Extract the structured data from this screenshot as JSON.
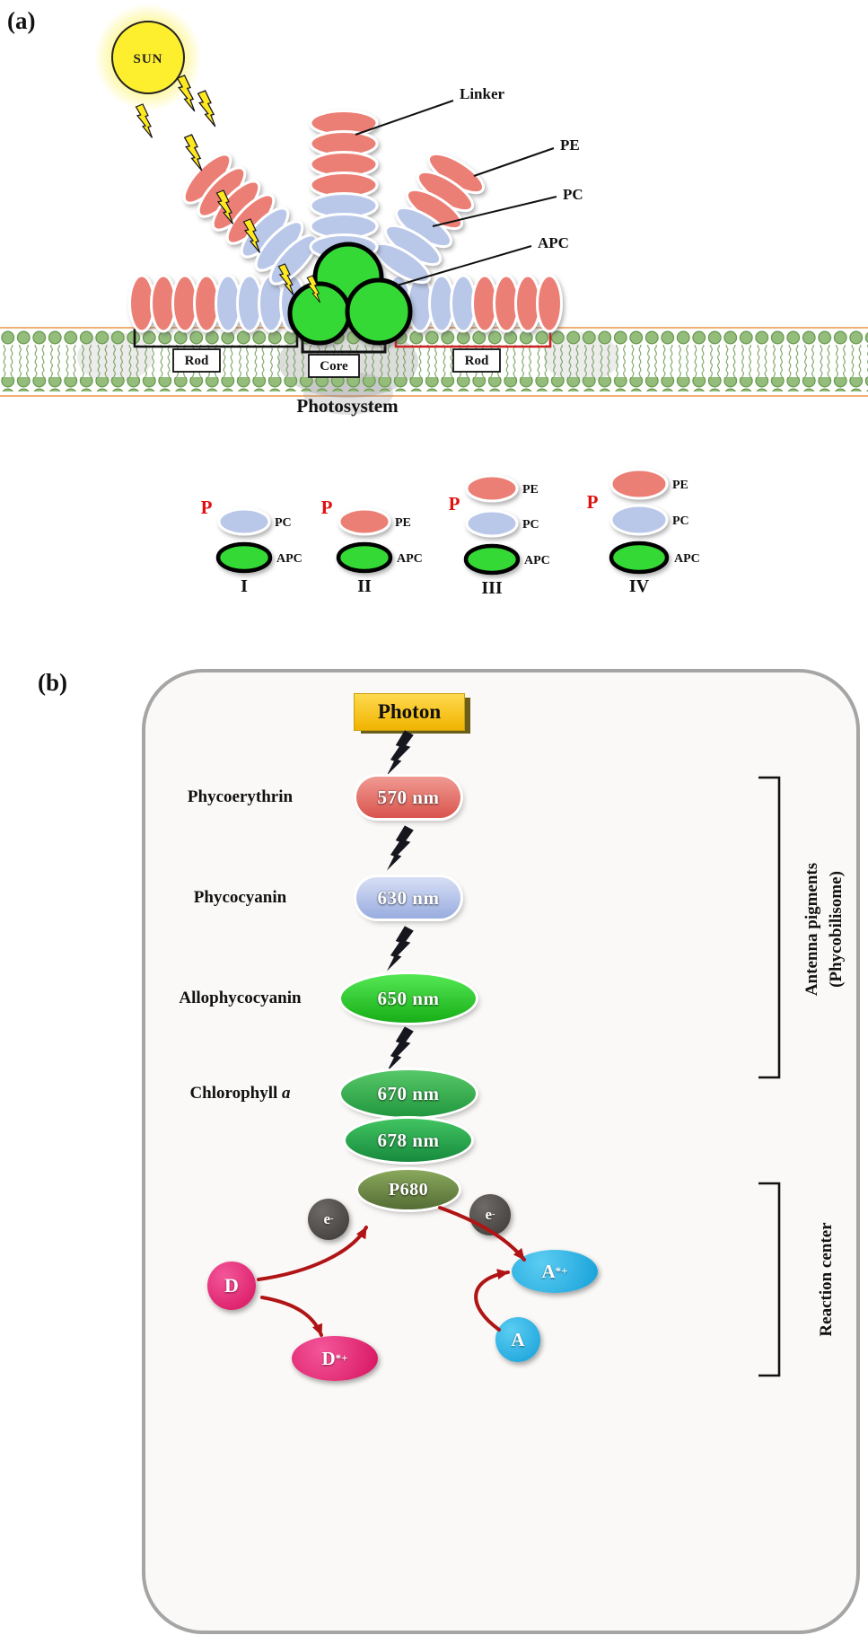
{
  "colors": {
    "pe": "#ec7f75",
    "pc": "#b9c7e9",
    "apc": "#35d935",
    "sun": "#fdee2e",
    "bolt_yellow": "#ffe81e",
    "bolt_dark": "#16161f",
    "membrane_head": "#94bd7c",
    "membrane_line": "#6b9a52",
    "membrane_edge": "#f0a060",
    "bracket_red": "#cc2222",
    "p_letter": "#e01010",
    "photon_gold_light": "#ffd94e",
    "photon_gold_dark": "#f0b400",
    "pill_570_light": "#f09a92",
    "pill_570_dark": "#d9544d",
    "pill_630_light": "#d8dff5",
    "pill_630_dark": "#98acdf",
    "ell_650_light": "#55e855",
    "ell_650_dark": "#17ae17",
    "ell_670_light": "#57c868",
    "ell_670_dark": "#23973f",
    "ell_678_light": "#42c462",
    "ell_678_dark": "#168a3d",
    "p680_light": "#8aa85c",
    "p680_dark": "#546d35",
    "electron_light": "#6e6a67",
    "electron_dark": "#3b3836",
    "donor_light": "#f4569a",
    "donor_dark": "#d6125e",
    "acceptor_light": "#5bcdf2",
    "acceptor_dark": "#149fd8",
    "arrow_red": "#b01414"
  },
  "panel_a": {
    "label": "(a)",
    "sun_label": "SUN",
    "callouts": {
      "linker": "Linker",
      "pe": "PE",
      "pc": "PC",
      "apc": "APC"
    },
    "membrane_labels": {
      "rod_left": "Rod",
      "core": "Core",
      "rod_right": "Rod"
    },
    "photosystem_label": "Photosystem",
    "legend": [
      {
        "p": "P",
        "numeral": "I",
        "rows": [
          {
            "label": "PC"
          },
          {
            "label": "APC"
          }
        ]
      },
      {
        "p": "P",
        "numeral": "II",
        "rows": [
          {
            "label": "PE"
          },
          {
            "label": "APC"
          }
        ]
      },
      {
        "p": "P",
        "numeral": "III",
        "rows": [
          {
            "label": "PE"
          },
          {
            "label": "PC"
          },
          {
            "label": "APC"
          }
        ]
      },
      {
        "p": "P",
        "numeral": "IV",
        "rows": [
          {
            "label": "PE"
          },
          {
            "label": "PC"
          },
          {
            "label": "APC"
          }
        ]
      }
    ]
  },
  "panel_b": {
    "label": "(b)",
    "photon_label": "Photon",
    "stages": [
      {
        "name": "Phycoerythrin",
        "value": "570 nm"
      },
      {
        "name": "Phycocyanin",
        "value": "630 nm"
      },
      {
        "name": "Allophycocyanin",
        "value": "650 nm"
      },
      {
        "name": "Chlorophyll",
        "name_italic": "a",
        "value": "670 nm"
      },
      {
        "name": "",
        "value": "678 nm"
      },
      {
        "name": "",
        "value": "P680"
      }
    ],
    "antenna_bracket": {
      "line1": "Antenna pigments",
      "line2": "(Phycobilisome)"
    },
    "reaction_bracket_label": "Reaction center",
    "reaction": {
      "electron_base": "e",
      "electron_sup": "-",
      "donor": "D",
      "donor_ox_base": "D",
      "donor_ox_sup": "*+",
      "acceptor": "A",
      "acceptor_red_base": "A",
      "acceptor_red_sup": "*+"
    }
  }
}
